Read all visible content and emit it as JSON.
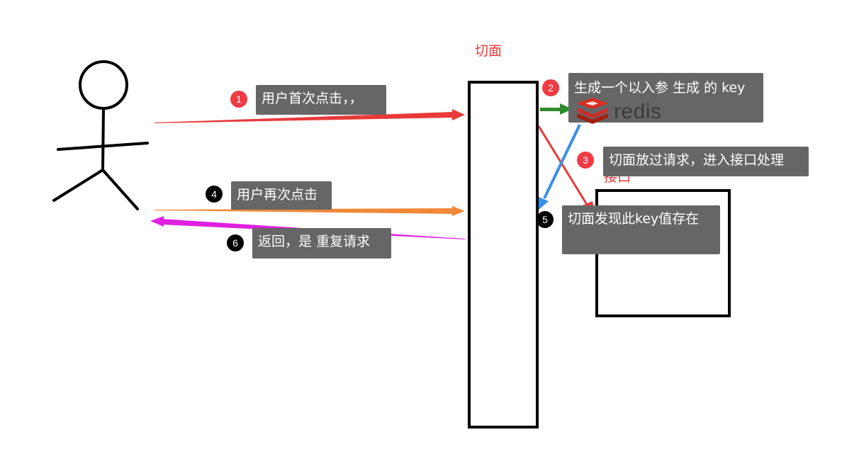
{
  "colors": {
    "red": "#e83a3a",
    "green": "#2e8b2e",
    "orange": "#f08838",
    "magenta": "#e020e0",
    "blue": "#3a90e8",
    "box": "#666666",
    "black": "#000000"
  },
  "labels": {
    "aspect": "切面",
    "interface": "接口"
  },
  "steps": [
    {
      "number": "1",
      "text": "用户首次点击，，",
      "badge_color": "#ee3b44"
    },
    {
      "number": "2",
      "text": "生成一个以入参 生成 的 key",
      "badge_color": "#ee3b44"
    },
    {
      "number": "3",
      "text": "切面放过请求，进入接口处理",
      "badge_color": "#ee3b44"
    },
    {
      "number": "4",
      "text": "用户再次点击",
      "badge_color": "#000000"
    },
    {
      "number": "5",
      "text": "切面发现此key值存在",
      "badge_color": "#000000"
    },
    {
      "number": "6",
      "text": "返回，是 重复请求",
      "badge_color": "#000000"
    }
  ],
  "redis": {
    "word": "redis",
    "icon": "redis-logo-icon"
  },
  "actor": {
    "icon": "stick-figure-icon"
  }
}
